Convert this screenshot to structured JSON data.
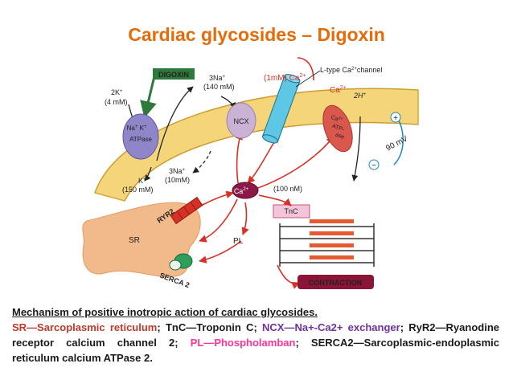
{
  "title": "Cardiac glycosides – Digoxin",
  "diagram": {
    "digoxin_label": "DIGOXIN",
    "k_out_a": "2K",
    "k_out_b": "(4 mM)",
    "na_out_a": "3Na",
    "na_out_b": "(140 mM)",
    "ca_out_conc": "(1mM)",
    "ca_out_ion": "Ca",
    "ltype_a": "L-type Ca",
    "ltype_b": "channel",
    "ca_right": "Ca",
    "h_ion": "2H",
    "pump_label_a": "Na",
    "pump_label_k": "K",
    "pump_label_b": "ATPase",
    "ncx_label": "NCX",
    "atpase_a": "Ca",
    "atpase_b": "ATP-",
    "atpase_c": "ase",
    "voltage": "90 mV",
    "plus_sign": "+",
    "minus_sign": "−",
    "k_in_a": "K",
    "k_in_b": "(150 mM)",
    "na_in_a": "3Na",
    "na_in_b": "(10mM)",
    "ca_center": "Ca",
    "ca_in_conc": "(100 nM)",
    "tnc_label": "TnC",
    "ryr2_label": "RYR2",
    "sr_label": "SR",
    "pl_label": "PL",
    "serca_label": "SERCA 2",
    "contraction_label": "CONTRACTION",
    "superscripts": {
      "plus": "+",
      "two_plus": "2+"
    }
  },
  "caption": {
    "heading": "Mechanism of positive inotropic action of cardiac glycosides.",
    "sr": "SR—Sarcoplasmic reticulum",
    "sep1": "; ",
    "tnc": "TnC—Troponin C",
    "sep2": "; ",
    "ncx": "NCX—Na+-Ca2+ exchanger",
    "sep3": "; ",
    "ryr": "RyR2—Ryanodine receptor calcium channel 2",
    "sep4": "; ",
    "pl": "PL—Phospholamban",
    "sep5": "; ",
    "serca": "SERCA2—Sarcoplasmic-endoplasmic reticulum calcium ATPase 2",
    "end": "."
  },
  "colors": {
    "title": "#e46c0a",
    "membrane": "#f4d57a",
    "membrane_edge": "#d9a83a",
    "sr": "#f2b98a",
    "arrow_red": "#d93025",
    "pump": "#8e86c8",
    "ncx": "#c9b2d6",
    "channel": "#5fc7e6",
    "atpase": "#d9574d",
    "ca_ion": "#8b1a4a",
    "digoxin_box": "#2f7a3a",
    "contraction_box": "#8b1538",
    "serca": "#2e9e5b",
    "sr_text": "#c0392b",
    "ncx_text": "#7030a0",
    "pl_text": "#ff3399"
  }
}
